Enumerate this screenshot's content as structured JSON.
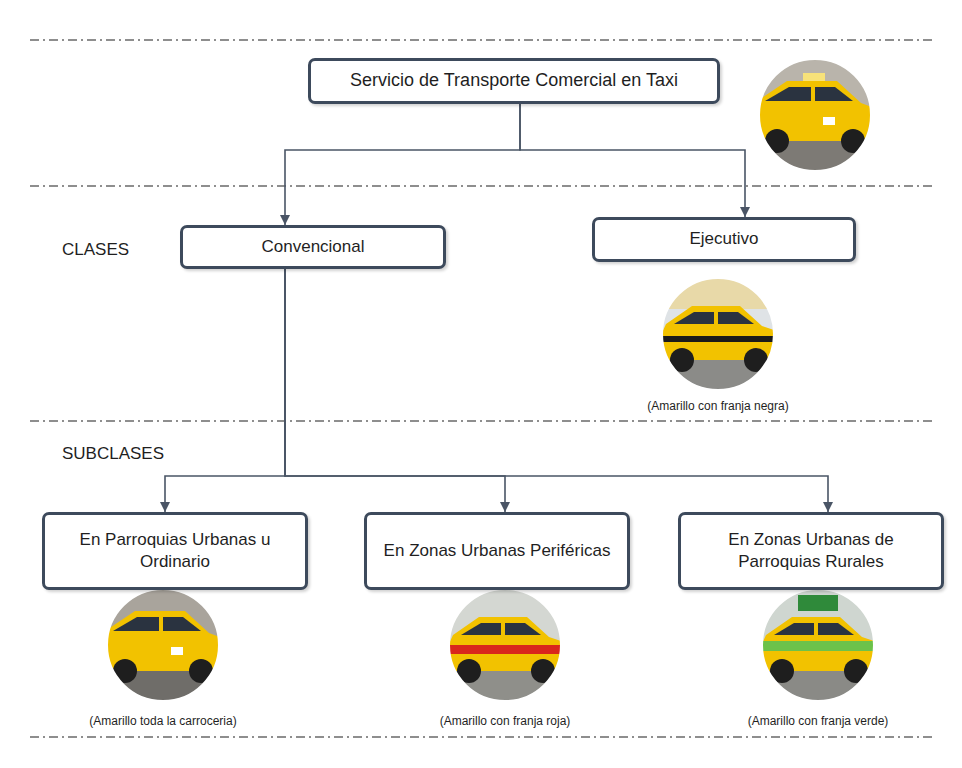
{
  "diagram": {
    "nodes": [
      {
        "text": [
          "Servicio de Transporte Comercial en Taxi"
        ]
      },
      {
        "text": [
          "Convencional"
        ]
      },
      {
        "text": [
          "Ejecutivo"
        ]
      },
      {
        "text": [
          "En Parroquias Urbanas u Ordinario"
        ]
      },
      {
        "text": [
          "En Zonas Urbanas Periféricas"
        ]
      },
      {
        "text": [
          "En Zonas Urbanas de Parroquias Rurales"
        ]
      }
    ],
    "edges": [
      {
        "from": 0,
        "to": 1,
        "arrow": "to"
      },
      {
        "from": 0,
        "to": 2,
        "arrow": "to"
      },
      {
        "from": 1,
        "to": 3,
        "arrow": "to"
      },
      {
        "from": 1,
        "to": 4,
        "arrow": "to"
      },
      {
        "from": 1,
        "to": 5,
        "arrow": "to"
      }
    ],
    "labels": [
      "CLASES",
      "(Amarillo con franja negra)",
      "SUBCLASES",
      "(Amarillo toda la carroceria)",
      "(Amarillo con franja roja)",
      "(Amarillo con franja verde)"
    ]
  }
}
